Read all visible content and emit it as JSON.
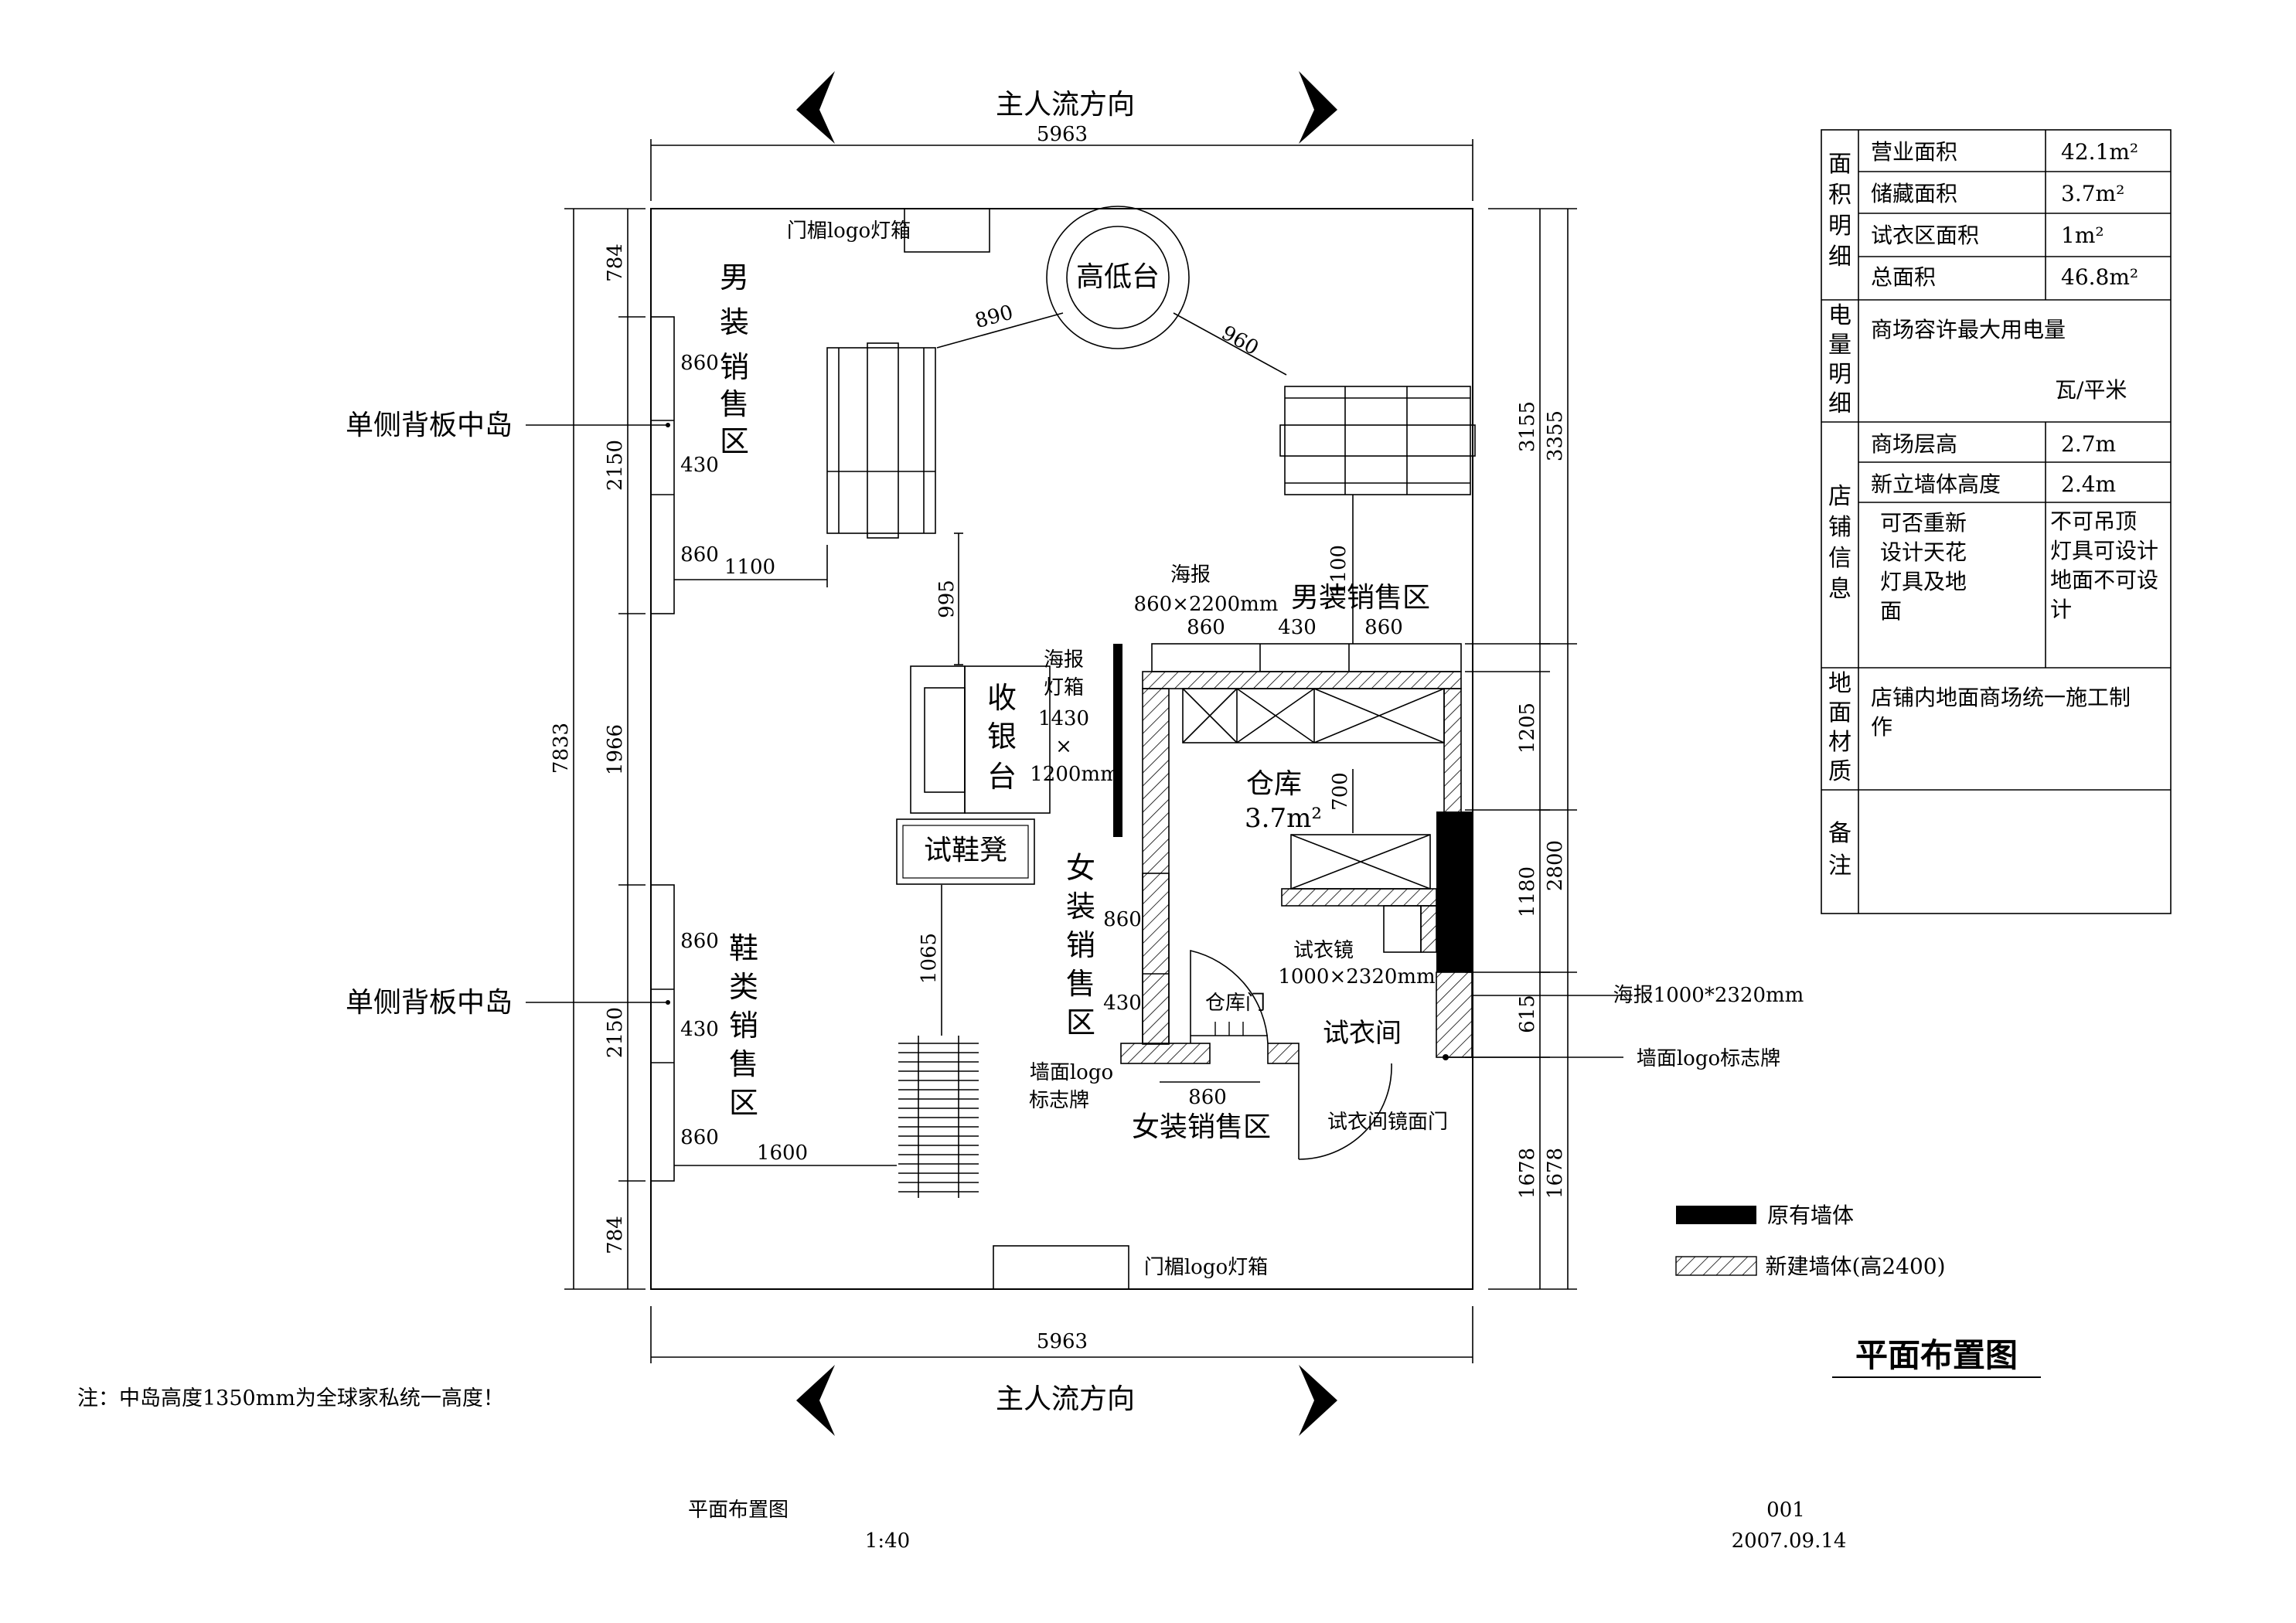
{
  "header": {
    "flow_top": "主人流方向",
    "flow_bottom": "主人流方向"
  },
  "dims": {
    "top_width": "5963",
    "bottom_width": "5963",
    "left_total": "7833",
    "left_seg_1": "784",
    "left_seg_2": "2150",
    "left_seg_3": "1966",
    "left_seg_4": "2150",
    "left_seg_5": "784",
    "right_1": "3155",
    "right_2": "1205",
    "right_3": "1180",
    "right_4": "615",
    "right_5": "1678",
    "right_outer_1": "3355",
    "right_outer_2": "2800",
    "right_outer_3": "1678"
  },
  "labels": {
    "island_top": "单侧背板中岛",
    "island_bottom": "单侧背板中岛",
    "lintel_top": "门楣logo灯箱",
    "lintel_bottom": "门楣logo灯箱",
    "platform": "高低台",
    "d890": "890",
    "d960": "960",
    "d860_a": "860",
    "d430_a": "430",
    "d860_b": "860",
    "d1100": "1100",
    "d995": "995",
    "d1100v": "1100",
    "poster1_line1": "海报",
    "poster1_line2": "860×2200mm",
    "d860_c": "860",
    "d430_c": "430",
    "d860_d": "860",
    "poster2_line1": "海报",
    "poster2_line2": "灯箱",
    "poster2_line3": "1430",
    "poster2_line4": "×",
    "poster2_line5": "1200mm",
    "cashier_1": "收",
    "cashier_2": "银",
    "cashier_3": "台",
    "shoe_bench": "试鞋凳",
    "warehouse_1": "仓库",
    "warehouse_2": "3.7m²",
    "d700": "700",
    "mirror_1": "试衣镜",
    "mirror_2": "1000×2320mm",
    "store_door": "仓库门",
    "fitting_room": "试衣间",
    "d1065": "1065",
    "d860_e": "860",
    "d430_e": "430",
    "d860_f": "860",
    "d1600": "1600",
    "d860_g": "860",
    "d430_g": "430",
    "d860_h": "860",
    "wall_logo_1": "墙面logo",
    "wall_logo_2": "标志牌",
    "fitting_mirror_door": "试衣间镜面门",
    "poster3": "海报1000*2320mm",
    "wall_logo_sign": "墙面logo标志牌"
  },
  "zones": {
    "mens_v": [
      "男",
      "装",
      "销",
      "售",
      "区"
    ],
    "mens_h": "男装销售区",
    "womens_v": [
      "女",
      "装",
      "销",
      "售",
      "区"
    ],
    "womens_h": "女装销售区",
    "shoes_v": [
      "鞋",
      "类",
      "销",
      "售",
      "区"
    ]
  },
  "legend": {
    "existing_wall": "原有墙体",
    "new_wall": "新建墙体(高2400)"
  },
  "info_table": {
    "sections": [
      {
        "title": [
          "面",
          "积",
          "明",
          "细"
        ],
        "rows": [
          {
            "label": "营业面积",
            "value": "42.1m²"
          },
          {
            "label": "储藏面积",
            "value": "3.7m²"
          },
          {
            "label": "试衣区面积",
            "value": "1m²"
          },
          {
            "label": "总面积",
            "value": "46.8m²"
          }
        ]
      },
      {
        "title": [
          "电",
          "量",
          "明",
          "细"
        ],
        "line1": "商场容许最大用电量",
        "line2": "瓦/平米"
      },
      {
        "title": [
          "店",
          "铺",
          "信",
          "息"
        ],
        "rows": [
          {
            "label": "商场层高",
            "value": "2.7m"
          },
          {
            "label": "新立墙体高度",
            "value": "2.4m"
          }
        ],
        "ceiling_q": [
          "可否重新",
          "设计天花",
          "灯具及地",
          "面"
        ],
        "ceiling_a": [
          "不可吊顶",
          "灯具可设计",
          "地面不可设",
          "计"
        ]
      },
      {
        "title": [
          "地",
          "面",
          "材",
          "质"
        ],
        "text_1": "店铺内地面商场统一施工制",
        "text_2": "作"
      },
      {
        "title": [
          "备",
          "注"
        ]
      }
    ]
  },
  "plan_title": "平面布置图",
  "note": "注：中岛高度1350mm为全球家私统一高度！",
  "footer": {
    "title": "平面布置图",
    "scale": "1:40",
    "number": "001",
    "date": "2007.09.14"
  }
}
